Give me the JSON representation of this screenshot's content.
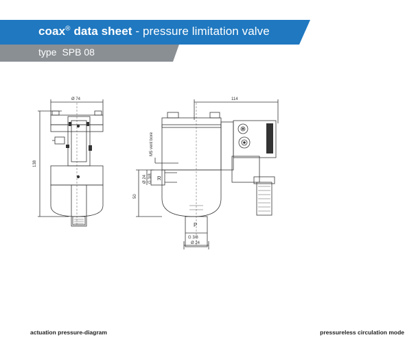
{
  "header": {
    "brand": "coax",
    "registered": "®",
    "doc_type": "data sheet",
    "separator": " - ",
    "product_desc": "pressure limitation valve",
    "type_label": "type",
    "type_value": "SPB 08"
  },
  "drawing": {
    "dim_width_front": "Ø 74",
    "dim_height_front": "138",
    "dim_length_side": "114",
    "vent_bore": "M5 vent bore",
    "port_r_thread": "G 3/8",
    "port_r_dia": "Ø 24",
    "port_r_label": "R",
    "port_p_label": "P",
    "port_p_thread": "G 3/8",
    "port_p_dia": "Ø 24",
    "dim_50": "50"
  },
  "footer": {
    "left": "actuation pressure-diagram",
    "right": "pressureless circulation mode"
  },
  "colors": {
    "header_blue": "#1f78c0",
    "header_grey": "#8a8f94"
  }
}
